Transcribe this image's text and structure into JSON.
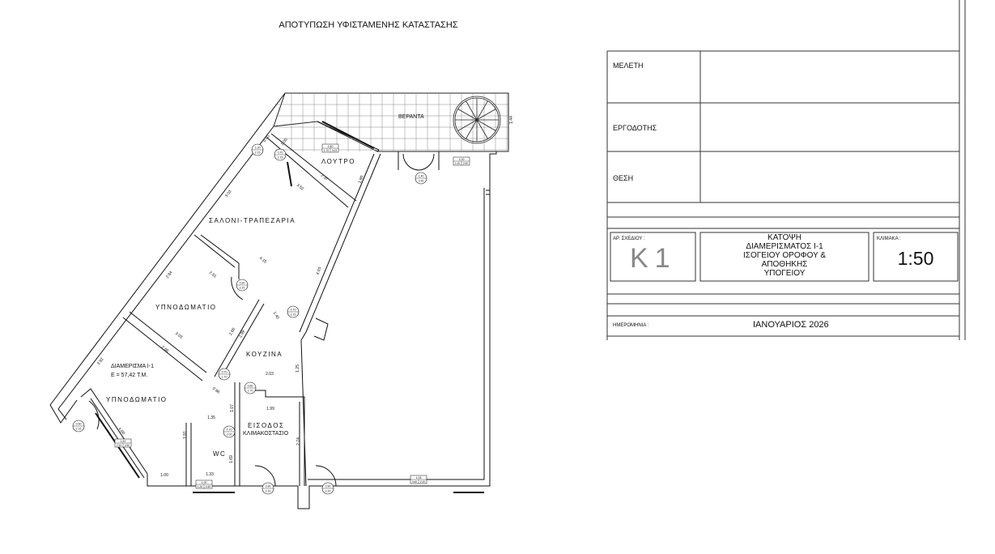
{
  "title": "ΑΠΟΤΥΠΩΣΗ ΥΦΙΣΤΑΜΕΝΗΣ ΚΑΤΑΣΤΑΣΗΣ",
  "rooms": {
    "veranda": "ΒΕΡΑΝΤΑ",
    "bathroom": "ΛΟΥΤΡΟ",
    "living": "ΣΑΛΟΝΙ-ΤΡΑΠΕΖΑΡΙΑ",
    "bedroom1": "ΥΠΝΟΔΩΜΑΤΙΟ",
    "kitchen": "ΚΟΥΖΙΝΑ",
    "apartment": "ΔΙΑΜΕΡΙΣΜΑ Ι-1",
    "area": "E = 57,42 Τ.Μ.",
    "bedroom2": "ΥΠΝΟΔΩΜΑΤΙΟ",
    "entrance": "ΕΙΣΟΔΟΣ",
    "staircase": "ΚΛΙΜΑΚΟΣΤΑΣΙΟ",
    "wc": "WC"
  },
  "dimensions": [
    "1.00",
    "0.90",
    "2.37",
    "3.52",
    "1.80",
    "3.03",
    "4.15",
    "4.03",
    "2.84",
    "2.61",
    "1.40",
    "3.03",
    "2.66",
    "2.99",
    "2.66",
    "3.92",
    "1.25",
    "2.03",
    "0.96",
    "1.99",
    "1.07",
    "1.35",
    "4.00",
    "2.74",
    "1.91",
    "1.69",
    "1.00",
    "1.33",
    "1.44"
  ],
  "door_tags": [
    [
      "1.00",
      "2.15"
    ],
    [
      "0.70",
      "2.15"
    ],
    [
      "1.40",
      "2.50"
    ],
    [
      "0.90",
      "2.20"
    ],
    [
      "0.70",
      "2.15"
    ],
    [
      "0.70",
      "1.70"
    ],
    [
      "0.80",
      "1.70"
    ],
    [
      "0.70",
      "2.00"
    ],
    [
      "0.90",
      "2.15"
    ],
    [
      "0.90",
      "2.20"
    ],
    [
      "0.90",
      "2.20"
    ]
  ],
  "window_tags": [
    [
      "1.60",
      "1.70",
      "3.03"
    ],
    [
      "1.00",
      "1.00",
      "2.90"
    ],
    [
      "1.87",
      "2.32",
      "2.50"
    ],
    [
      "1.00",
      "1.20",
      "2.50"
    ],
    [
      "1.06",
      "0.60",
      "2.20"
    ]
  ],
  "title_block": {
    "study_label": "ΜΕΛΕΤΗ",
    "client_label": "ΕΡΓΟΔΟΤΗΣ",
    "location_label": "ΘΕΣΗ",
    "drawing_no_label": "ΑΡ. ΣΧΕΔΙΟΥ :",
    "drawing_no": "Κ1",
    "drawing_title": [
      "ΚΑΤΟΨΗ",
      "ΔΙΑΜΕΡΙΣΜΑΤΟΣ Ι-1",
      "ΙΣΟΓΕΙΟΥ ΟΡΟΦΟΥ &",
      "ΑΠΟΘΗΚΗΣ",
      "ΥΠΟΓΕΙΟΥ"
    ],
    "scale_label": "ΚΛΙΜΑΚΑ :",
    "scale": "1:50",
    "date_label": "ΗΜΕΡΟΜΗΝΙΑ :",
    "date": "ΙΑΝΟΥΑΡΙΟΣ 2026"
  }
}
